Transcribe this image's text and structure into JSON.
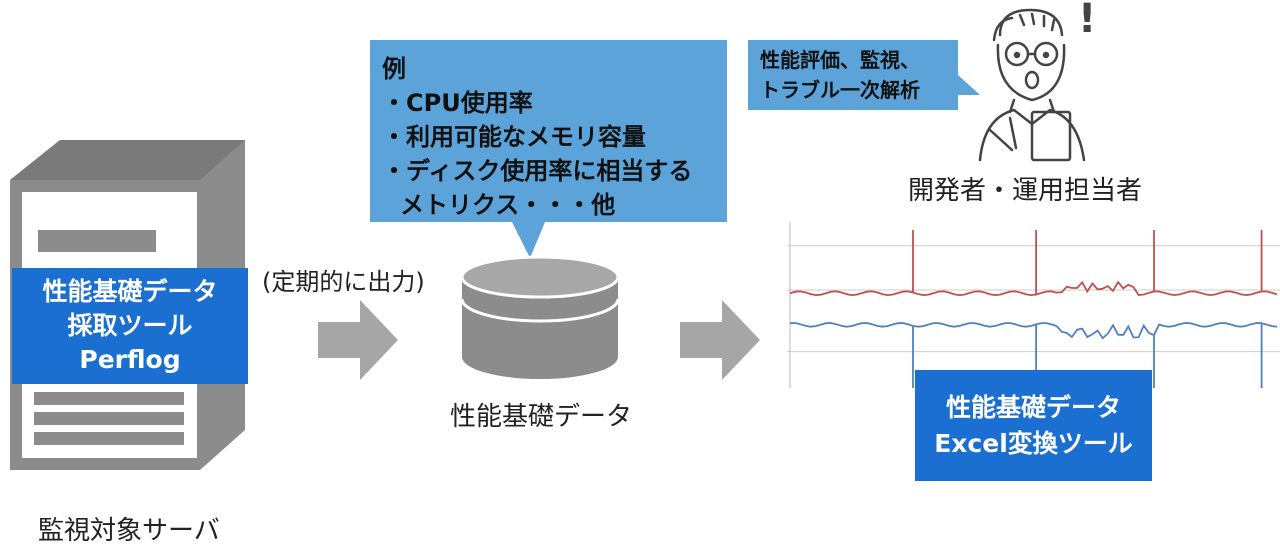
{
  "server": {
    "tool_lines": [
      "性能基礎データ",
      "採取ツール",
      "Perflog"
    ],
    "caption": "監視対象サーバ"
  },
  "flow": {
    "output_label": "(定期的に出力)"
  },
  "callout": {
    "heading": "例",
    "items": [
      "・CPU使用率",
      "・利用可能なメモリ容量",
      "・ディスク使用率に相当する",
      "メトリクス・・・他"
    ]
  },
  "database": {
    "caption": "性能基礎データ"
  },
  "analyst": {
    "bubble_lines": [
      "性能評価、監視、",
      "トラブル一次解析"
    ],
    "exclamation": "!",
    "caption": "開発者・運用担当者"
  },
  "chart_data": {
    "type": "line",
    "title": "",
    "xlabel": "",
    "ylabel": "",
    "grid": true,
    "series": [
      {
        "color": "#c0504d",
        "baseline": 0.6,
        "spikes": [
          0.25,
          0.5,
          0.75,
          0.97
        ]
      },
      {
        "color": "#4f81bd",
        "baseline": 0.4,
        "spikes": [
          0.25,
          0.5,
          0.75,
          0.97
        ]
      }
    ],
    "point_count": 96
  },
  "excel_tool": {
    "lines": [
      "性能基礎データ",
      "Excel変換ツール"
    ]
  },
  "colors": {
    "accent_blue": "#1a6fd0",
    "callout_blue": "#5ba3d9",
    "gray": "#8c8c8c",
    "arrow_gray": "#a6a6a6"
  }
}
